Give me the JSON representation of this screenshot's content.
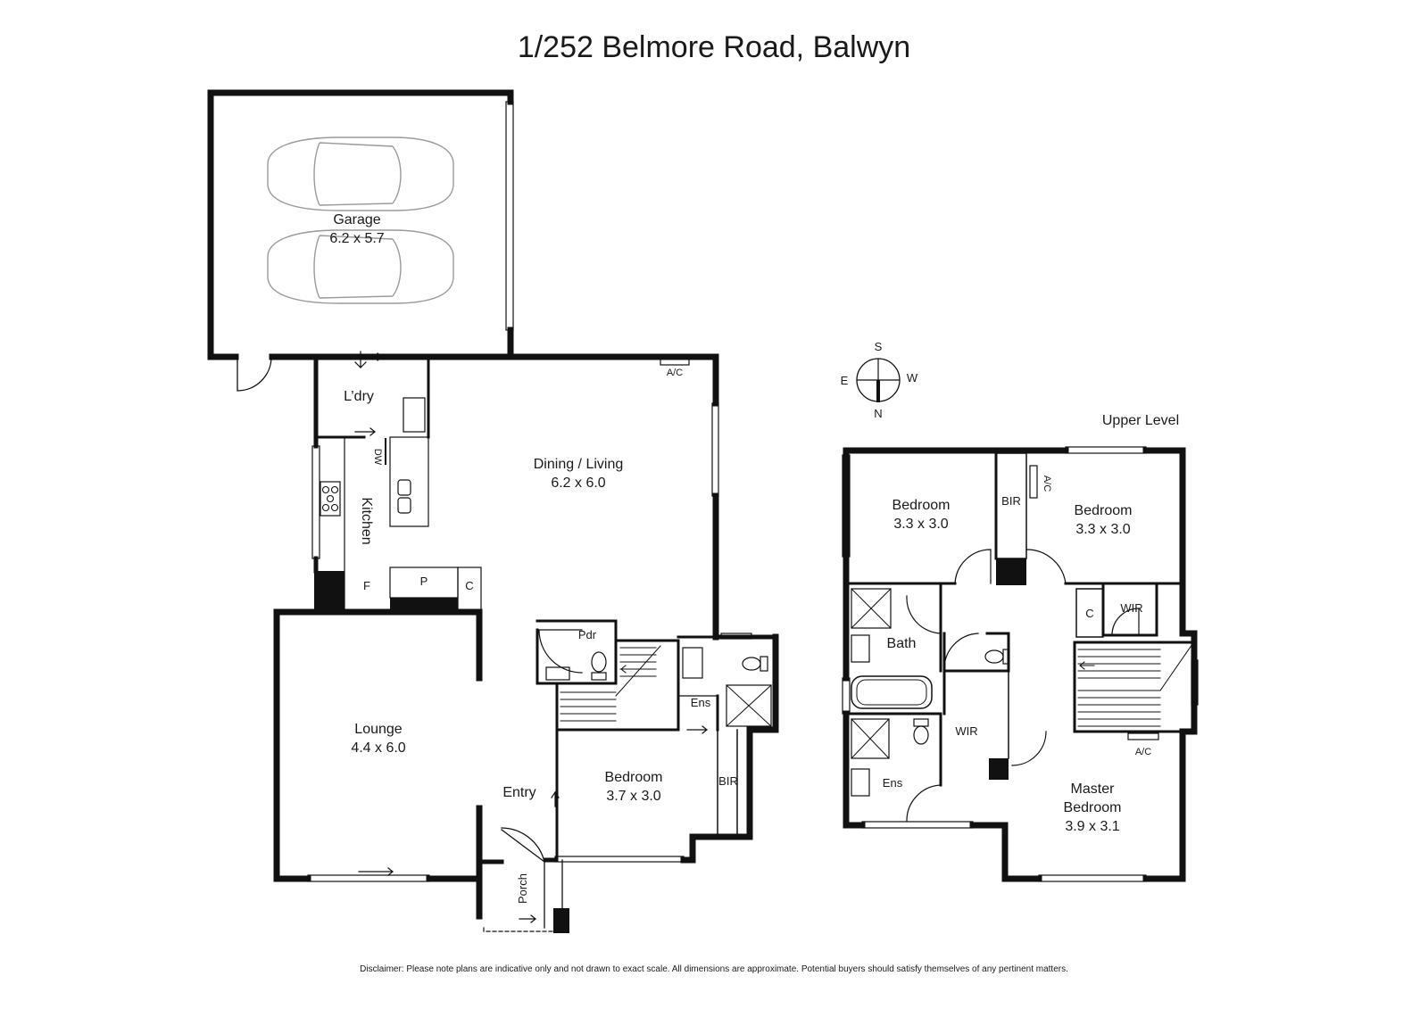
{
  "title": "1/252 Belmore Road, Balwyn",
  "level_label": "Upper Level",
  "compass": {
    "s": "S",
    "e": "E",
    "w": "W",
    "n": "N"
  },
  "ground": {
    "garage_name": "Garage",
    "garage_dim": "6.2 x 5.7",
    "laundry": "L’dry",
    "kitchen": "Kitchen",
    "dw": "DW",
    "fridge": "F",
    "pantry": "P",
    "cupboard": "C",
    "dining_name": "Dining / Living",
    "dining_dim": "6.2 x 6.0",
    "ac": "A/C",
    "lounge_name": "Lounge",
    "lounge_dim": "4.4 x 6.0",
    "entry": "Entry",
    "porch": "Porch",
    "powder": "Pdr",
    "ensuite": "Ens",
    "bedroom_name": "Bedroom",
    "bedroom_dim": "3.7 x 3.0",
    "bir": "BIR"
  },
  "upper": {
    "bed1_name": "Bedroom",
    "bed1_dim": "3.3 x 3.0",
    "bir": "BIR",
    "ac1": "A/C",
    "bed2_name": "Bedroom",
    "bed2_dim": "3.3 x 3.0",
    "cupboard": "C",
    "wir1": "WIR",
    "bath": "Bath",
    "wir2": "WIR",
    "ensuite": "Ens",
    "ac2": "A/C",
    "master_name1": "Master",
    "master_name2": "Bedroom",
    "master_dim": "3.9 x 3.1"
  },
  "disclaimer": "Disclaimer: Please note plans are indicative only and not drawn to exact scale. All dimensions are approximate. Potential buyers should satisfy themselves of any pertinent matters."
}
